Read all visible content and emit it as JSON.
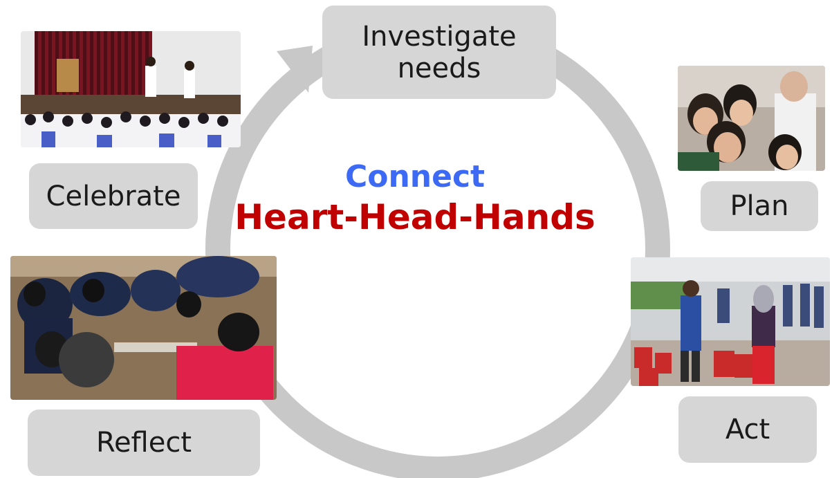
{
  "center": {
    "title": "Connect",
    "subtitle": "Heart-Head-Hands"
  },
  "steps": [
    {
      "id": "investigate",
      "label": "Investigate\nneeds"
    },
    {
      "id": "plan",
      "label": "Plan"
    },
    {
      "id": "act",
      "label": "Act"
    },
    {
      "id": "reflect",
      "label": "Reflect"
    },
    {
      "id": "celebrate",
      "label": "Celebrate"
    }
  ],
  "photos": {
    "celebrate": {
      "depicts": "students-presenting-in-school-hall"
    },
    "plan": {
      "depicts": "students-with-elderly-man"
    },
    "act": {
      "depicts": "students-packing-gift-bags"
    },
    "reflect": {
      "depicts": "students-working-on-ground"
    }
  },
  "colors": {
    "cycle_arrow": "#c8c8c8",
    "box_fill": "#d6d6d6",
    "title_blue": "#3d6af5",
    "subtitle_red": "#c00000"
  }
}
